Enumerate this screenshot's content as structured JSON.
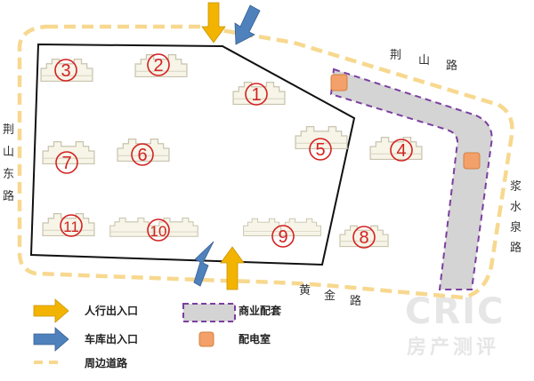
{
  "roads": {
    "north": [
      "荆",
      "山",
      "路"
    ],
    "west": [
      "荆",
      "山",
      "东",
      "路"
    ],
    "east": [
      "浆",
      "水",
      "泉",
      "路"
    ],
    "south": [
      "黄",
      "金",
      "路"
    ]
  },
  "buildings": [
    {
      "id": "b1",
      "label": "1"
    },
    {
      "id": "b2",
      "label": "2"
    },
    {
      "id": "b3",
      "label": "3"
    },
    {
      "id": "b4",
      "label": "4"
    },
    {
      "id": "b5",
      "label": "5"
    },
    {
      "id": "b6",
      "label": "6"
    },
    {
      "id": "b7",
      "label": "7"
    },
    {
      "id": "b8",
      "label": "8"
    },
    {
      "id": "b9",
      "label": "9"
    },
    {
      "id": "b10",
      "label": "10"
    },
    {
      "id": "b11",
      "label": "11"
    }
  ],
  "legend": {
    "pedestrian": "人行出入口",
    "garage": "车库出入口",
    "road": "周边道路",
    "commercial": "商业配套",
    "power": "配电室"
  },
  "watermark": {
    "brand": "CRIC",
    "sub": "房产测评"
  },
  "colors": {
    "pedestrian_arrow": "#f2b400",
    "garage_arrow": "#4f81bd",
    "road_dash": "#f7d88f",
    "commercial_fill": "#d4d4d4",
    "commercial_border": "#7b3fa0",
    "power_room": "#f4a06a",
    "building_number": "#d42121"
  }
}
